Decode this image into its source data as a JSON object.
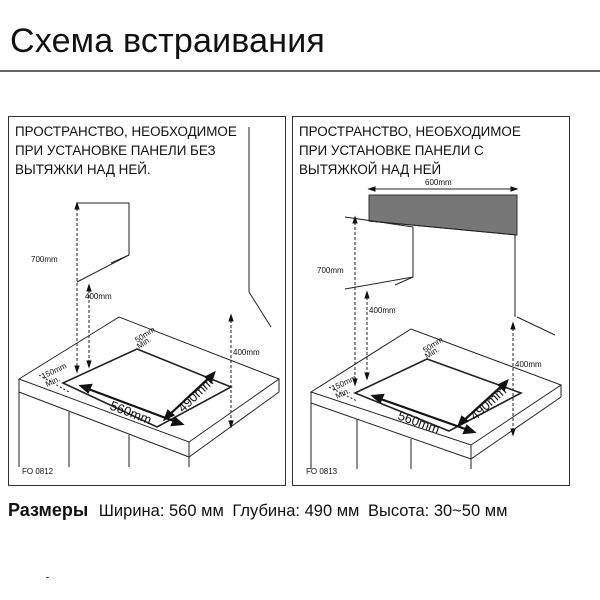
{
  "title": "Схема встраивания",
  "panels": [
    {
      "heading_lines": [
        "ПРОСТРАНСТВО, НЕОБХОДИМОЕ",
        "ПРИ УСТАНОВКЕ ПАНЕЛИ БЕЗ",
        "ВЫТЯЖКИ НАД НЕЙ."
      ],
      "labels": {
        "h700": "700mm",
        "h400a": "400mm",
        "h400b": "400mm",
        "d50": "50mm",
        "min": "Min.",
        "w560": "560mm",
        "d490": "490mm",
        "s150": "150mm",
        "min2": "Min."
      },
      "code": "FO 0812"
    },
    {
      "heading_lines": [
        "ПРОСТРАНСТВО, НЕОБХОДИМОЕ",
        "ПРИ УСТАНОВКЕ ПАНЕЛИ С",
        "ВЫТЯЖКОЙ НАД НЕЙ"
      ],
      "labels": {
        "w600": "600mm",
        "h700": "700mm",
        "h400a": "400mm",
        "h400b": "400mm",
        "d50": "50mm",
        "min": "Min.",
        "w560": "560mm",
        "d490": "490mm",
        "s150": "150mm",
        "min2": "Min."
      },
      "code": "FO 0813"
    }
  ],
  "dimensions": {
    "heading": "Размеры",
    "width": "Ширина: 560 мм",
    "depth": "Глубина: 490 мм",
    "height": "Высота: 30~50 мм"
  }
}
